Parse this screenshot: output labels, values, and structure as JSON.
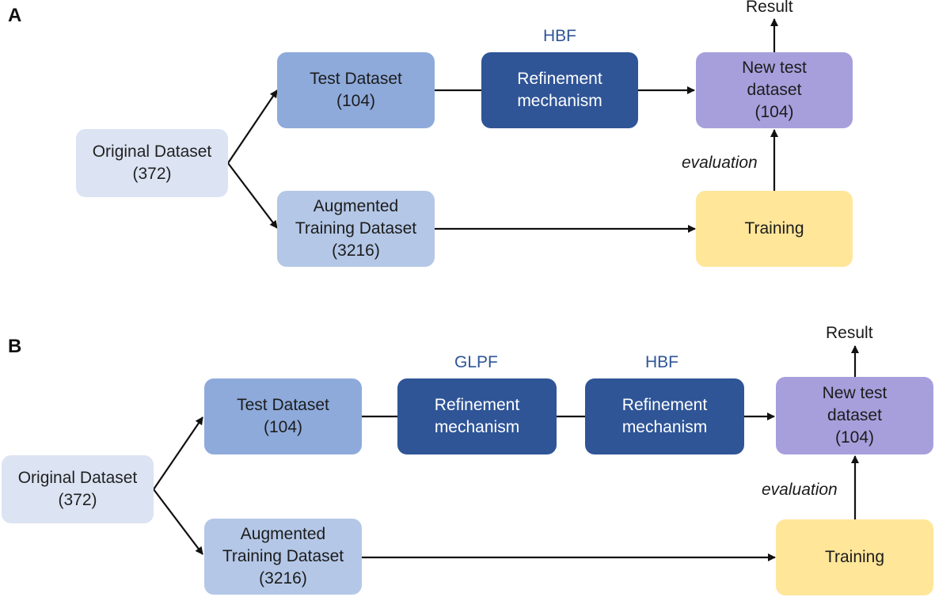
{
  "panels": [
    {
      "label": "A",
      "original": {
        "line1": "Original Dataset",
        "line2": "(372)"
      },
      "test": {
        "line1": "Test Dataset",
        "line2": "(104)"
      },
      "augmented": {
        "line1": "Augmented",
        "line2": "Training Dataset",
        "line3": "(3216)"
      },
      "refinements": [
        {
          "method": "HBF",
          "line1": "Refinement",
          "line2": "mechanism"
        }
      ],
      "new_test": {
        "line1": "New test",
        "line2": "dataset",
        "line3": "(104)"
      },
      "training": "Training",
      "evaluation": "evaluation",
      "result": "Result"
    },
    {
      "label": "B",
      "original": {
        "line1": "Original Dataset",
        "line2": "(372)"
      },
      "test": {
        "line1": "Test Dataset",
        "line2": "(104)"
      },
      "augmented": {
        "line1": "Augmented",
        "line2": "Training Dataset",
        "line3": "(3216)"
      },
      "refinements": [
        {
          "method": "GLPF",
          "line1": "Refinement",
          "line2": "mechanism"
        },
        {
          "method": "HBF",
          "line1": "Refinement",
          "line2": "mechanism"
        }
      ],
      "new_test": {
        "line1": "New test",
        "line2": "dataset",
        "line3": "(104)"
      },
      "training": "Training",
      "evaluation": "evaluation",
      "result": "Result"
    }
  ]
}
